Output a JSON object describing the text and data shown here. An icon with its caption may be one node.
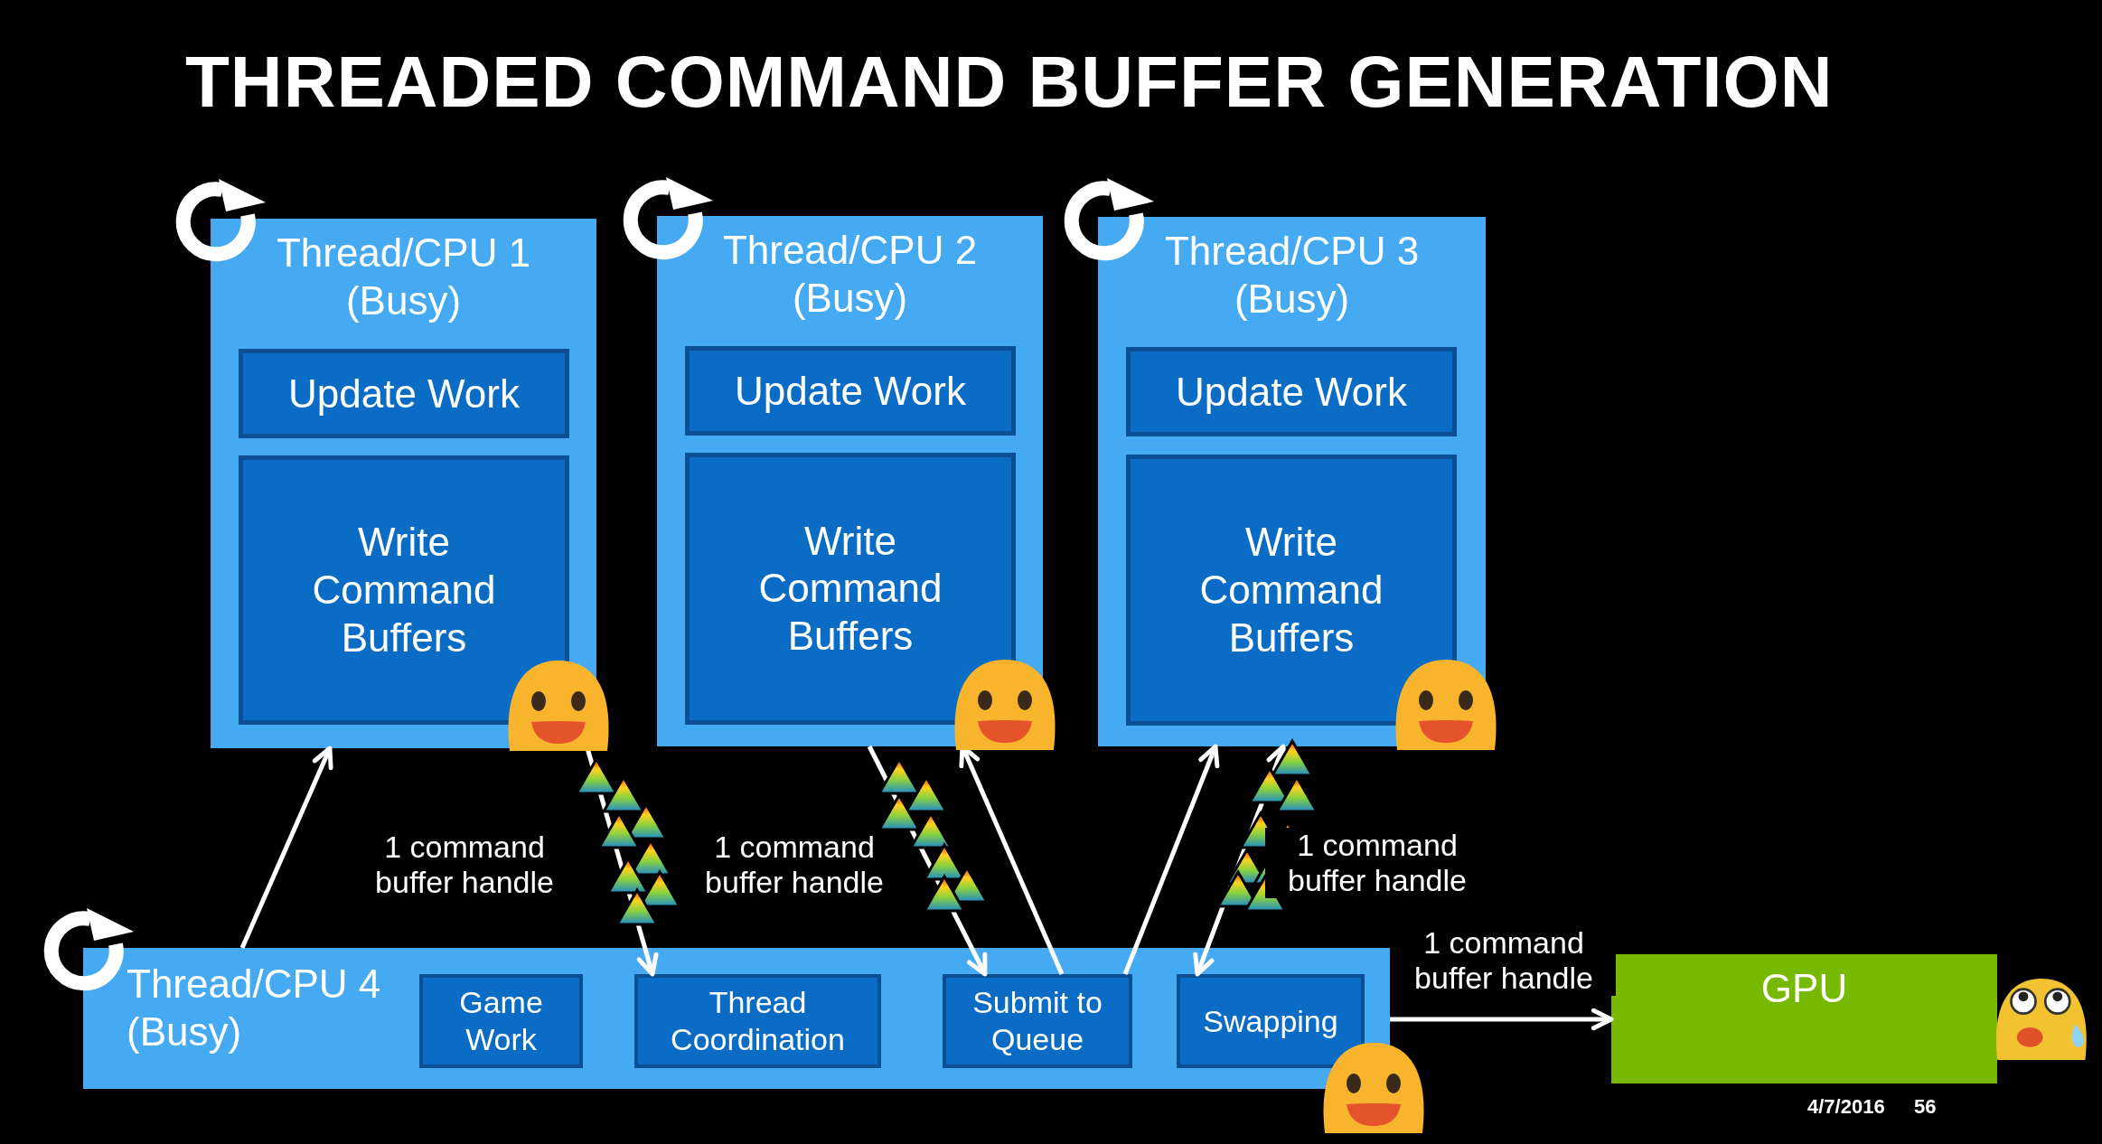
{
  "diagram": {
    "title": "THREADED COMMAND BUFFER GENERATION",
    "nodes": [
      {
        "text": [
          "Thread/CPU 1 (Busy)"
        ]
      },
      {
        "text": [
          "Update Work"
        ],
        "in": 0
      },
      {
        "text": [
          "Write Command Buffers"
        ],
        "in": 0
      },
      {
        "text": [
          "Thread/CPU 2 (Busy)"
        ]
      },
      {
        "text": [
          "Update Work"
        ],
        "in": 3
      },
      {
        "text": [
          "Write Command Buffers"
        ],
        "in": 3
      },
      {
        "text": [
          "Thread/CPU 3 (Busy)"
        ]
      },
      {
        "text": [
          "Update Work"
        ],
        "in": 6
      },
      {
        "text": [
          "Write Command Buffers"
        ],
        "in": 6
      },
      {
        "text": [
          "Thread/CPU 4 (Busy)"
        ]
      },
      {
        "text": [
          "Game Work"
        ],
        "in": 9
      },
      {
        "text": [
          "Thread Coordination"
        ],
        "in": 9
      },
      {
        "text": [
          "Submit to Queue"
        ],
        "in": 9
      },
      {
        "text": [
          "Swapping"
        ],
        "in": 9
      },
      {
        "text": [
          "GPU"
        ]
      }
    ],
    "edges": [
      {
        "from": 9,
        "to": 0,
        "arrow": "to"
      },
      {
        "from": 0,
        "to": 11,
        "arrow": "to",
        "label": "1 command buffer handle"
      },
      {
        "from": 3,
        "to": 12,
        "arrow": "to",
        "label": "1 command buffer handle"
      },
      {
        "from": 12,
        "to": 3,
        "arrow": "to"
      },
      {
        "from": 12,
        "to": 6,
        "arrow": "to"
      },
      {
        "from": 6,
        "to": 13,
        "arrow": "both",
        "label": "1 command buffer handle"
      },
      {
        "from": 9,
        "to": 14,
        "arrow": "to",
        "label": "1 command buffer handle"
      }
    ],
    "labels": [
      "4/7/2016",
      "56"
    ]
  }
}
